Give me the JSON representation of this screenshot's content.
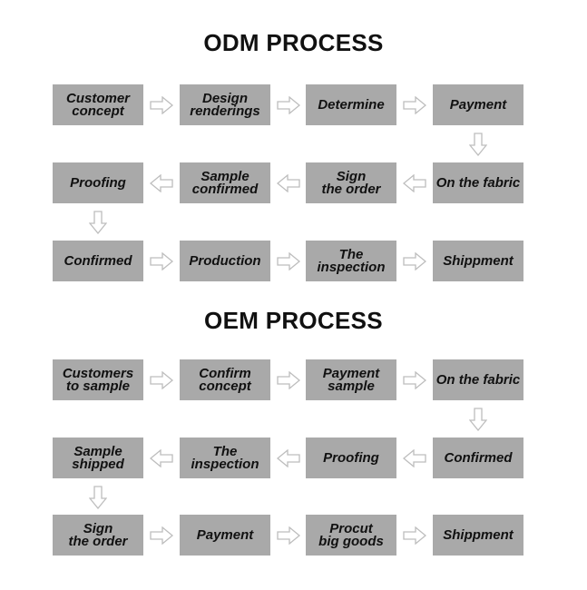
{
  "odm": {
    "title": "ODM PROCESS",
    "steps": [
      "Customer\nconcept",
      "Design\nrenderings",
      "Determine",
      "Payment",
      "On the fabric",
      "Sign\nthe order",
      "Sample\nconfirmed",
      "Proofing",
      "Confirmed",
      "Production",
      "The\ninspection",
      "Shippment"
    ]
  },
  "oem": {
    "title": "OEM PROCESS",
    "steps": [
      "Customers\nto sample",
      "Confirm\nconcept",
      "Payment\nsample",
      "On the fabric",
      "Confirmed",
      "Proofing",
      "The\ninspection",
      "Sample\nshipped",
      "Sign\nthe order",
      "Payment",
      "Procut\nbig goods",
      "Shippment"
    ]
  },
  "colors": {
    "box_fill": "#a9a9a9",
    "arrow_fill": "#ffffff",
    "arrow_stroke": "#bdbdbd"
  }
}
